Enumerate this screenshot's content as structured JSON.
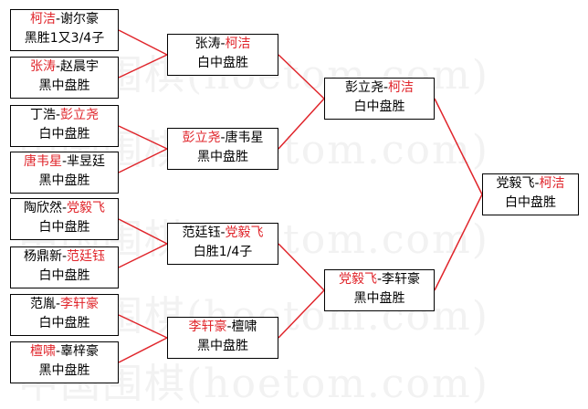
{
  "watermark": "中国围棋(hoetom.com)",
  "colors": {
    "winner": "#e0252b",
    "line": "#e0252b",
    "text": "#000000",
    "border": "#000000"
  },
  "round1": [
    {
      "a": "柯洁",
      "b": "谢尔豪",
      "winner": "a",
      "result": "黑胜1又3/4子"
    },
    {
      "a": "张涛",
      "b": "赵晨宇",
      "winner": "a",
      "result": "黑中盘胜"
    },
    {
      "a": "丁浩",
      "b": "彭立尧",
      "winner": "b",
      "result": "白中盘胜"
    },
    {
      "a": "唐韦星",
      "b": "芈昱廷",
      "winner": "a",
      "result": "黑中盘胜"
    },
    {
      "a": "陶欣然",
      "b": "党毅飞",
      "winner": "b",
      "result": "白中盘胜"
    },
    {
      "a": "杨鼎新",
      "b": "范廷钰",
      "winner": "b",
      "result": "白中盘胜"
    },
    {
      "a": "范胤",
      "b": "李轩豪",
      "winner": "b",
      "result": "白中盘胜"
    },
    {
      "a": "檀啸",
      "b": "辜梓豪",
      "winner": "a",
      "result": "黑中盘胜"
    }
  ],
  "round2": [
    {
      "a": "张涛",
      "b": "柯洁",
      "winner": "b",
      "result": "白中盘胜"
    },
    {
      "a": "彭立尧",
      "b": "唐韦星",
      "winner": "a",
      "result": "黑中盘胜"
    },
    {
      "a": "范廷钰",
      "b": "党毅飞",
      "winner": "b",
      "result": "白胜1/4子"
    },
    {
      "a": "李轩豪",
      "b": "檀啸",
      "winner": "a",
      "result": "黑中盘胜"
    }
  ],
  "round3": [
    {
      "a": "彭立尧",
      "b": "柯洁",
      "winner": "b",
      "result": "白中盘胜"
    },
    {
      "a": "党毅飞",
      "b": "李轩豪",
      "winner": "a",
      "result": "黑中盘胜"
    }
  ],
  "final": [
    {
      "a": "党毅飞",
      "b": "柯洁",
      "winner": "b",
      "result": "白中盘胜"
    }
  ]
}
